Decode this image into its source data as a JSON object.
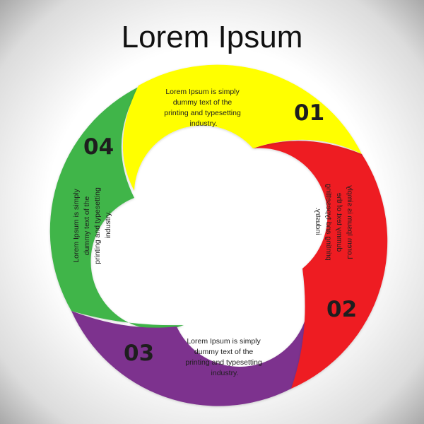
{
  "title": "Lorem Ipsum",
  "segments": [
    {
      "number": "01",
      "color": "#ffff00",
      "text_lines": [
        "Lorem Ipsum is simply",
        "dummy text of the",
        "printing and typesetting",
        "industry."
      ]
    },
    {
      "number": "02",
      "color": "#ee1c24",
      "text_lines": [
        "Lorem Ipsum is simply",
        "dummy text of the",
        "printing and typesetting",
        "industry."
      ]
    },
    {
      "number": "03",
      "color": "#7d318e",
      "text_lines": [
        "Lorem Ipsum is simply",
        "dummy text of the",
        "printing and typesetting",
        "industry."
      ]
    },
    {
      "number": "04",
      "color": "#3fb54a",
      "text_lines": [
        "Lorem Ipsum is simply",
        "dummy text of the",
        "printing and typesetting",
        "industry."
      ]
    }
  ]
}
